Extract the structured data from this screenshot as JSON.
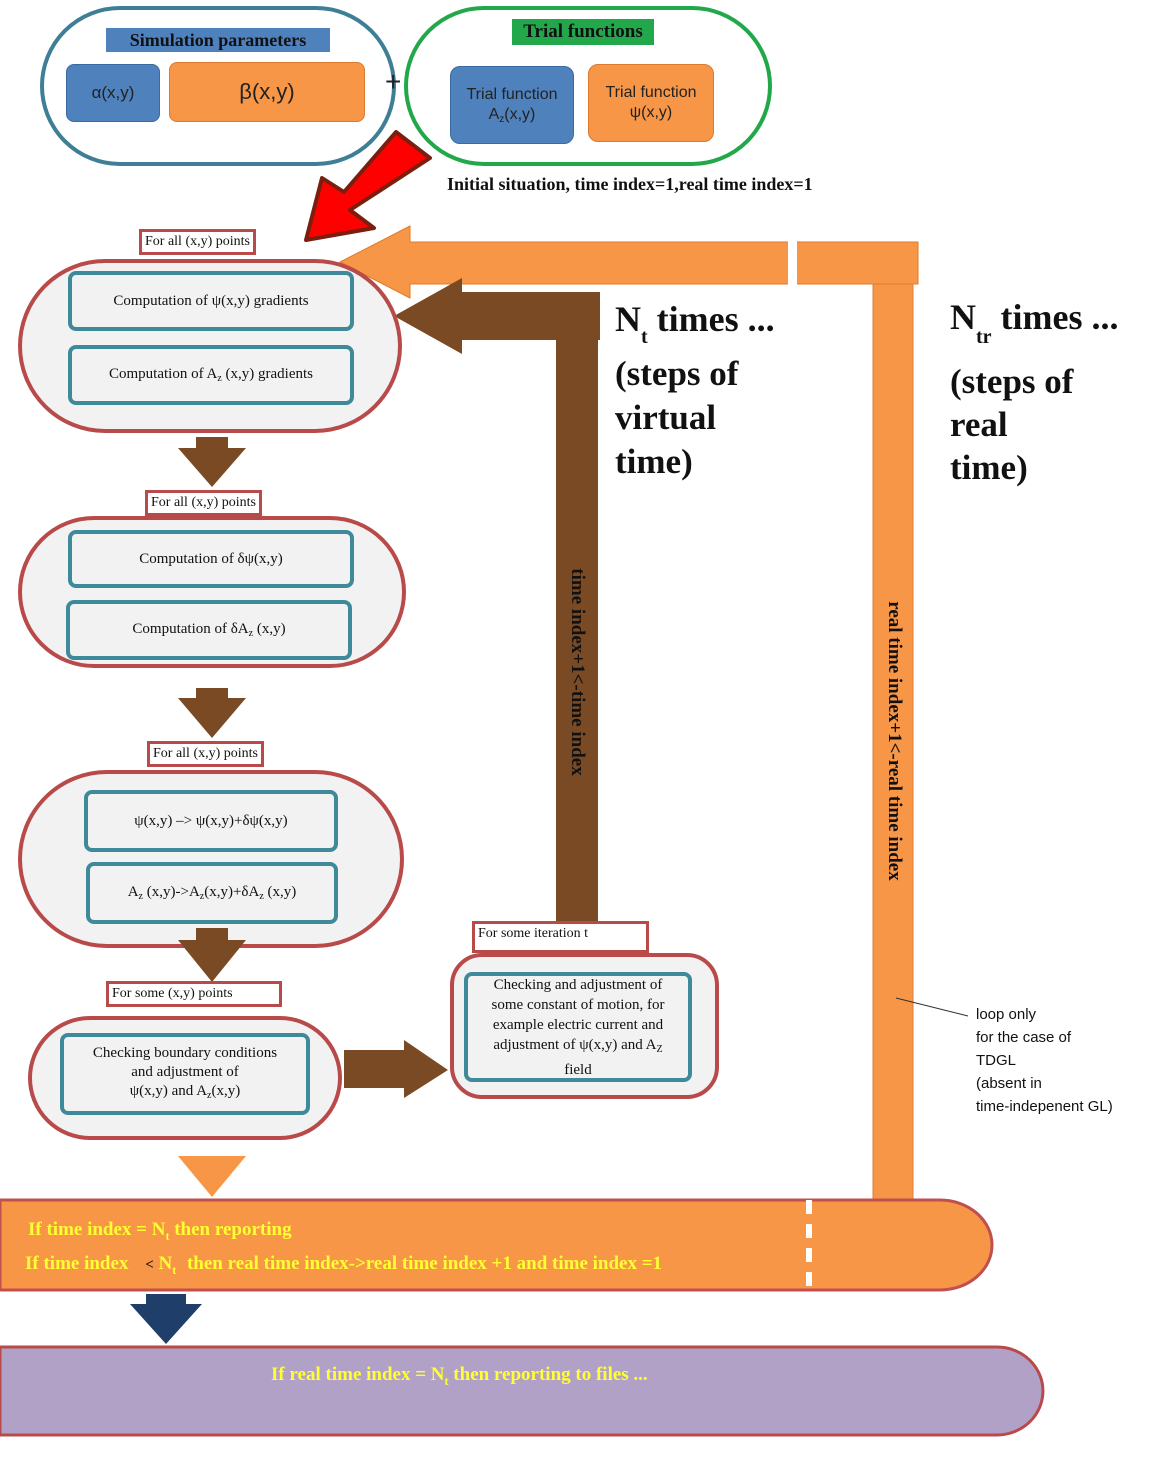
{
  "top": {
    "sim_params_title": "Simulation parameters",
    "alpha": "α(x,y)",
    "beta": "β(x,y)",
    "plus": "+",
    "trial_title": "Trial functions",
    "trial_az_line1": "Trial function",
    "trial_az_line2": "A",
    "trial_az_sub": "z",
    "trial_az_rest": "(x,y)",
    "trial_psi_line1": "Trial function",
    "trial_psi_line2": "ψ(x,y)",
    "initial": "Initial situation, time index=1,real time index=1"
  },
  "labels": {
    "all_points_1": "For all (x,y) points",
    "all_points_2": "For all (x,y) points",
    "all_points_3": "For all (x,y) points",
    "some_points": "For some (x,y) points",
    "some_iteration": "For some iteration t"
  },
  "steps": {
    "grad_psi": "Computation of ψ(x,y) gradients",
    "grad_az_pre": "Computation of A",
    "grad_az_sub": "z",
    "grad_az_post": "(x,y) gradients",
    "delta_psi": "Computation of δψ(x,y)",
    "delta_az_pre": "Computation of δA",
    "delta_az_sub": "z",
    "delta_az_post": "(x,y)",
    "update_psi": "ψ(x,y) –> ψ(x,y)+δψ(x,y)",
    "update_az_a": "A",
    "update_az_sub": "z",
    "update_az_b": "(x,y)->A",
    "update_az_c": "(x,y)+δA",
    "update_az_d": "(x,y)",
    "boundary_line1": "Checking boundary conditions",
    "boundary_line2": "and adjustment of",
    "boundary_line3_pre": "ψ(x,y) and A",
    "boundary_line3_sub": "z",
    "boundary_line3_post": "(x,y)",
    "motion_line1": "Checking and adjustment of",
    "motion_line2": "some constant of motion, for",
    "motion_line3": "example electric current and",
    "motion_line4_pre": "adjustment of ψ(x,y) and A",
    "motion_line4_sub": "Z",
    "motion_line5": "field"
  },
  "loops": {
    "virtual_n": "N",
    "virtual_sub": "t",
    "virtual_times": " times ...",
    "virtual_desc_1": "(steps of",
    "virtual_desc_2": "virtual",
    "virtual_desc_3": "time)",
    "real_n": "N",
    "real_sub": "tr",
    "real_times": " times ...",
    "real_desc_1": "(steps of",
    "real_desc_2": "real",
    "real_desc_3": "time)",
    "virtual_bar_text": "time index+1<-time index",
    "real_bar_text": "real time index+1<-real time index",
    "note_1": "loop only",
    "note_2": "for the case of",
    "note_3": "TDGL",
    "note_4": "(absent in",
    "note_5": "time-indepenent GL)"
  },
  "bottom": {
    "line1_pre": "If time index = N",
    "line1_sub": "t",
    "line1_post": " then reporting",
    "line2_pre": "If time index",
    "line2_lt": "<",
    "line2_n": "N",
    "line2_sub": "t",
    "line2_post": "then real time index->real time index +1 and time index =1",
    "final_pre": "If real time index = N",
    "final_sub": "t",
    "final_post": " then reporting to files ..."
  },
  "colors": {
    "blue_fill": "#4f81bd",
    "orange_fill": "#f79646",
    "brown_arrow": "#7a4a24",
    "red_border": "#b84a4a",
    "teal_border": "#3f8a9a",
    "green_border": "#22a84a",
    "purple_fill": "#b2a1c7",
    "navy_arrow": "#1f3f6a",
    "red_arrow": "#ff0000",
    "yellow_text": "#ffff33"
  }
}
